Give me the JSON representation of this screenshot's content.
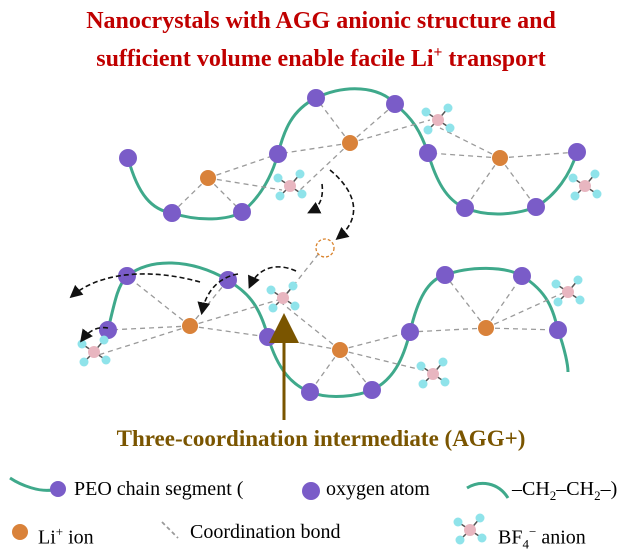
{
  "title": {
    "line1": "Nanocrystals with AGG anionic structure and",
    "line2_text": "sufficient volume enable facile Li",
    "line2_sup": "+",
    "line2_tail": " transport",
    "color": "#c00000"
  },
  "annotation": {
    "text": "Three-coordination intermediate (AGG+)",
    "color": "#7a5500"
  },
  "legend": {
    "peo_label": "PEO chain segment (",
    "oxygen_label": "oxygen atom",
    "ch2_a": "–CH",
    "ch2_sub1": "2",
    "ch2_b": "–CH",
    "ch2_sub2": "2",
    "ch2_c": "–)",
    "li_text": "Li",
    "li_sup": "+",
    "li_tail": " ion",
    "coord_label": "Coordination bond",
    "bf4_text": "BF",
    "bf4_sub": "4",
    "bf4_sup": "−",
    "bf4_tail": " anion"
  },
  "colors": {
    "chain": "#3fa98b",
    "oxygen": "#7a5cc8",
    "lithium": "#d9823a",
    "boron": "#e8b6c0",
    "fluorine": "#8fe3ea",
    "bond": "#9a9a9a",
    "arrow": "#111111",
    "vacancy": "#d9822b"
  }
}
